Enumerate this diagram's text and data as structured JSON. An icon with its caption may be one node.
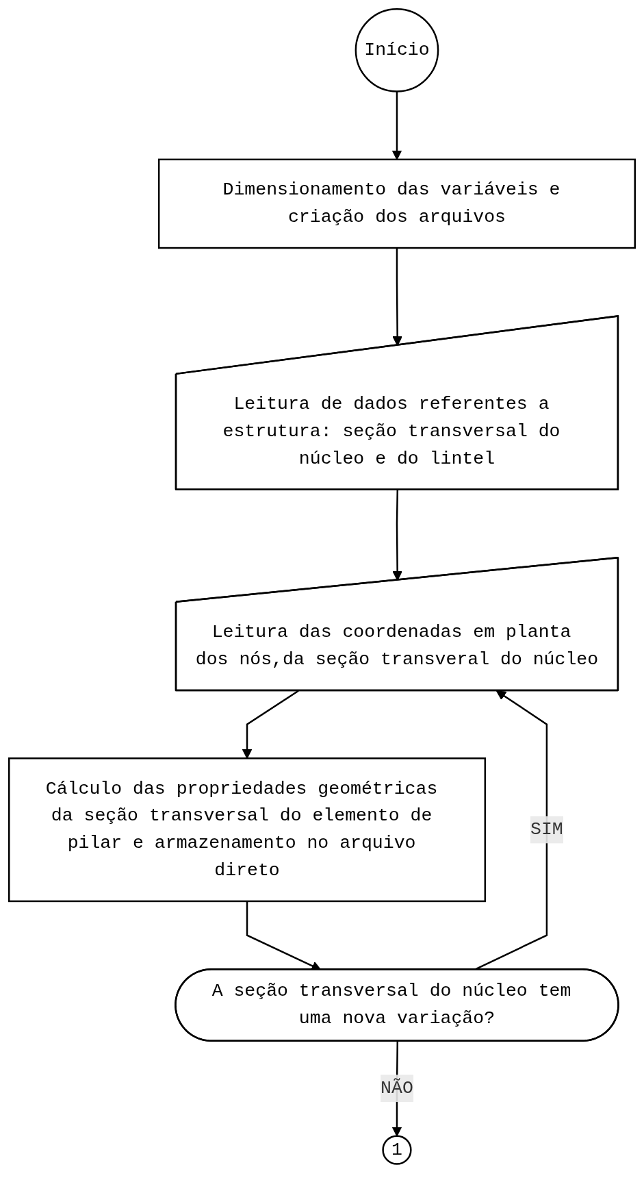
{
  "diagram": {
    "nodes": [
      {
        "text": [
          "Início"
        ]
      },
      {
        "text": [
          "Dimensionamento das variáveis e criação dos arquivos"
        ]
      },
      {
        "text": [
          "Leitura de dados referentes a estrutura: seção transversal do núcleo e do lintel"
        ]
      },
      {
        "text": [
          "Leitura das coordenadas em planta dos nós,da seção transveral do núcleo"
        ]
      },
      {
        "text": [
          "Cálculo das propriedades geométricas da seção transversal do elemento de pilar e armazenamento no arquivo direto"
        ]
      },
      {
        "text": [
          "A seção transversal do núcleo tem uma nova variação?"
        ]
      },
      {
        "text": [
          "1"
        ]
      }
    ],
    "edges": [
      {
        "from": 0,
        "to": 1,
        "arrow": "to"
      },
      {
        "from": 1,
        "to": 2,
        "arrow": "to"
      },
      {
        "from": 2,
        "to": 3,
        "arrow": "to"
      },
      {
        "from": 3,
        "to": 4,
        "arrow": "to"
      },
      {
        "from": 4,
        "to": 5,
        "arrow": "to"
      },
      {
        "from": 5,
        "to": 3,
        "label": "SIM",
        "arrow": "to"
      },
      {
        "from": 5,
        "to": 6,
        "label": "NÃO",
        "arrow": "to"
      }
    ]
  }
}
